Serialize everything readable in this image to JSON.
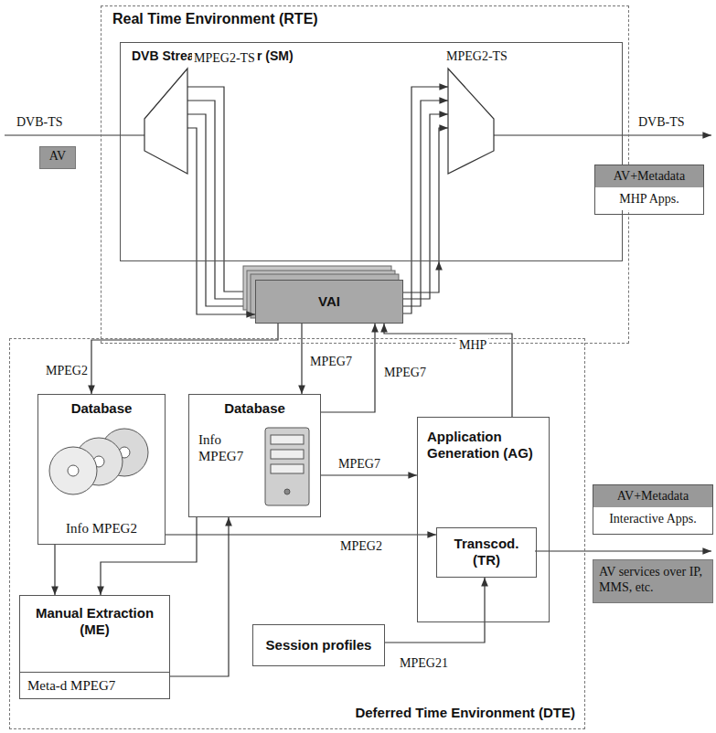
{
  "diagram": {
    "nodes": [
      {
        "text": [
          "Real Time Environment (RTE)"
        ]
      },
      {
        "text": [
          "DVB Stream Manager (SM)"
        ],
        "in": 0
      },
      {
        "text": [
          "VAI"
        ],
        "in": 0
      },
      {
        "text": [
          "Deferred Time Environment (DTE)"
        ]
      },
      {
        "text": [
          "Database",
          "Info MPEG2"
        ],
        "in": 3
      },
      {
        "text": [
          "Database",
          "Info MPEG7"
        ],
        "in": 3
      },
      {
        "text": [
          "Application Generation (AG)"
        ],
        "in": 3
      },
      {
        "text": [
          "Transcod. (TR)"
        ],
        "in": 6
      },
      {
        "text": [
          "Manual Extraction (ME)",
          "Meta-d MPEG7"
        ],
        "in": 3
      },
      {
        "text": [
          "Session profiles"
        ],
        "in": 3
      },
      {
        "text": [
          "AV"
        ]
      },
      {
        "text": [
          "AV+Metadata",
          "MHP Apps."
        ]
      },
      {
        "text": [
          "AV+Metadata",
          "Interactive Apps."
        ]
      },
      {
        "text": [
          "AV services over IP, MMS, etc."
        ]
      }
    ],
    "edges": [
      {
        "from": 1,
        "to": 2,
        "label": "MPEG2-TS",
        "arrow": "to"
      },
      {
        "from": 2,
        "to": 1,
        "label": "MPEG2-TS",
        "arrow": "to"
      },
      {
        "from": 2,
        "to": 4,
        "label": "MPEG2",
        "arrow": "to"
      },
      {
        "from": 2,
        "to": 5,
        "label": "MPEG7",
        "arrow": "to"
      },
      {
        "from": 5,
        "to": 2,
        "label": "MPEG7",
        "arrow": "to"
      },
      {
        "from": 6,
        "to": 2,
        "label": "MHP",
        "arrow": "to"
      },
      {
        "from": 5,
        "to": 6,
        "label": "MPEG7",
        "arrow": "to"
      },
      {
        "from": 4,
        "to": 8,
        "arrow": "to"
      },
      {
        "from": 5,
        "to": 8,
        "arrow": "to"
      },
      {
        "from": 8,
        "to": 5,
        "arrow": "to"
      },
      {
        "from": 4,
        "to": 7,
        "label": "MPEG2",
        "arrow": "to"
      },
      {
        "from": 9,
        "to": 7,
        "label": "MPEG21",
        "arrow": "to"
      }
    ],
    "labels": [
      "DVB-TS",
      "DVB-TS"
    ]
  }
}
